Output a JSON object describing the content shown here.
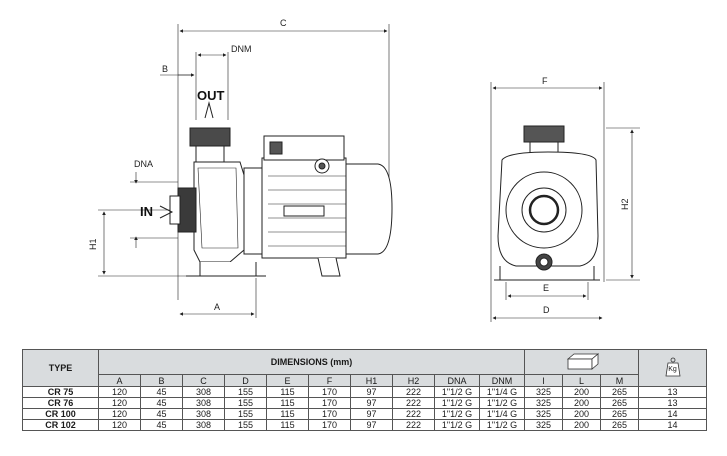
{
  "drawing_labels": {
    "C": "C",
    "B": "B",
    "DNM": "DNM",
    "OUT": "OUT",
    "DNA": "DNA",
    "IN": "IN",
    "H1": "H1",
    "A": "A",
    "F": "F",
    "H2": "H2",
    "E": "E",
    "D": "D"
  },
  "table": {
    "type_header": "TYPE",
    "dimensions_header": "DIMENSIONS (mm)",
    "dim_columns": [
      "A",
      "B",
      "C",
      "D",
      "E",
      "F",
      "H1",
      "H2",
      "DNA",
      "DNM"
    ],
    "pack_columns": [
      "I",
      "L",
      "M"
    ],
    "weight_icon_label": "Kg",
    "rows": [
      {
        "type": "CR 75",
        "values": [
          "120",
          "45",
          "308",
          "155",
          "115",
          "170",
          "97",
          "222",
          "1\"1/2 G",
          "1\"1/4 G"
        ],
        "pack": [
          "325",
          "200",
          "265"
        ],
        "weight": "13"
      },
      {
        "type": "CR 76",
        "values": [
          "120",
          "45",
          "308",
          "155",
          "115",
          "170",
          "97",
          "222",
          "1\"1/2 G",
          "1\"1/2 G"
        ],
        "pack": [
          "325",
          "200",
          "265"
        ],
        "weight": "13"
      },
      {
        "type": "CR 100",
        "values": [
          "120",
          "45",
          "308",
          "155",
          "115",
          "170",
          "97",
          "222",
          "1\"1/2 G",
          "1\"1/4 G"
        ],
        "pack": [
          "325",
          "200",
          "265"
        ],
        "weight": "14"
      },
      {
        "type": "CR 102",
        "values": [
          "120",
          "45",
          "308",
          "155",
          "115",
          "170",
          "97",
          "222",
          "1\"1/2 G",
          "1\"1/2 G"
        ],
        "pack": [
          "325",
          "200",
          "265"
        ],
        "weight": "14"
      }
    ]
  }
}
